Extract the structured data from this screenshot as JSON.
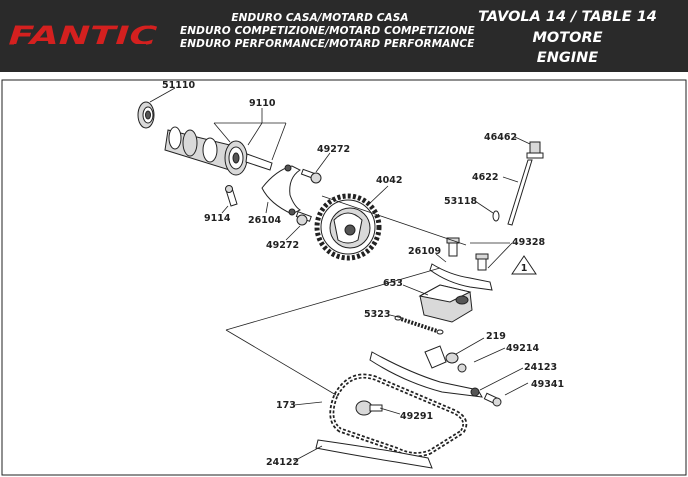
{
  "header": {
    "brand": "FANTIC",
    "subtitle_lines": [
      "ENDURO CASA/MOTARD CASA",
      "ENDURO COMPETIZIONE/MOTARD COMPETIZIONE",
      "ENDURO PERFORMANCE/MOTARD PERFORMANCE"
    ],
    "table_title": "TAVOLA 14  /  TABLE 14",
    "section_it": "MOTORE",
    "section_en": "ENGINE"
  },
  "colors": {
    "header_bg": "#2a2a2a",
    "brand_red": "#d4201f",
    "line": "#222222"
  },
  "parts": [
    "51110",
    "9110",
    "49272",
    "4042",
    "9114",
    "26104",
    "49272",
    "46462",
    "4622",
    "53118",
    "26109",
    "49328",
    "653",
    "5323",
    "219",
    "49214",
    "24123",
    "49341",
    "173",
    "49291",
    "24122"
  ],
  "note_triangle": "1"
}
